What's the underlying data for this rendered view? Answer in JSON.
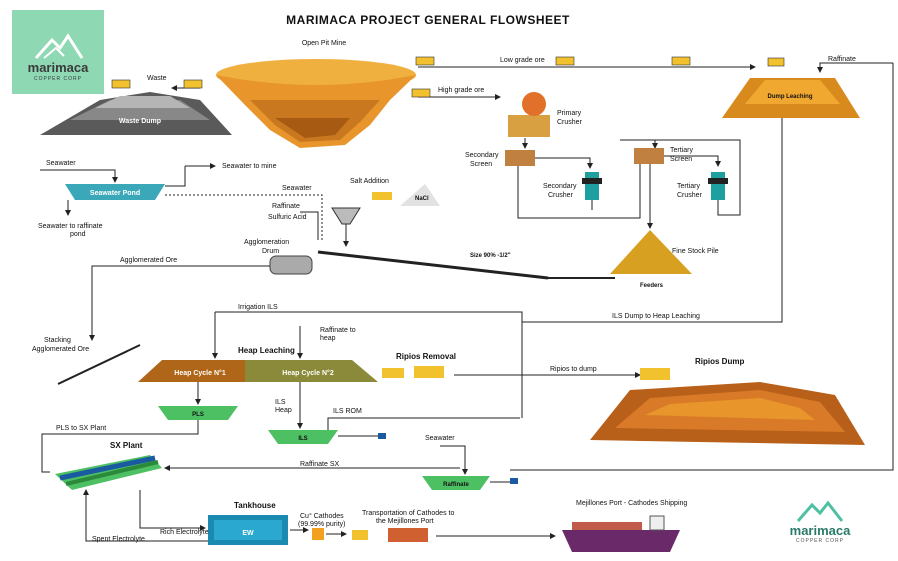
{
  "title": "MARIMACA PROJECT GENERAL FLOWSHEET",
  "logo": {
    "name": "marimaca",
    "sub": "COPPER CORP"
  },
  "labels": {
    "open_pit": "Open Pit Mine",
    "waste": "Waste",
    "waste_dump": "Waste Dump",
    "low_grade": "Low grade ore",
    "high_grade": "High grade ore",
    "raffinate_top": "Raffinate",
    "dump_leaching": "Dump Leaching",
    "primary_crusher": "Primary Crusher",
    "secondary_screen": "Secondary Screen",
    "secondary_crusher": "Secondary Crusher",
    "tertiary_screen": "Tertiary Screen",
    "tertiary_crusher": "Tertiary Crusher",
    "seawater": "Seawater",
    "seawater_pond": "Seawater Pond",
    "seawater_to_mine": "Seawater to mine",
    "seawater_to_raffinate": "Seawater to raffinate pond",
    "seawater_small": "Seawater",
    "raffinate_small": "Raffinate",
    "sulfuric_acid": "Sulfuric Acid",
    "salt_addition": "Salt Addition",
    "nacl": "NaCl",
    "agglomeration_drum": "Agglomeration Drum",
    "size": "Size 90% -1/2\"",
    "fine_stock": "Fine Stock Pile",
    "feeders": "Feeders",
    "agglomerated_ore": "Agglomerated Ore",
    "irrigation_ils": "Irrigation ILS",
    "ils_dump_to_heap": "ILS Dump to Heap Leaching",
    "stacking": "Stacking Agglomerated Ore",
    "heap_leaching": "Heap Leaching",
    "raffinate_to_heap": "Raffinate to heap",
    "heap_cycle_1": "Heap Cycle N°1",
    "heap_cycle_2": "Heap Cycle N°2",
    "ripios_removal": "Ripios Removal",
    "ripios_to_dump": "Ripios to dump",
    "ripios_dump": "Ripios Dump",
    "pls": "PLS",
    "ils_heap": "ILS Heap",
    "ils_rom": "ILS ROM",
    "ils": "ILS",
    "pls_to_sx": "PLS to SX Plant",
    "sx_plant": "SX Plant",
    "raffinate_sx": "Raffinate SX",
    "seawater_bottom": "Seawater",
    "raffinate_pond": "Raffinate",
    "tankhouse": "Tankhouse",
    "ew": "EW",
    "cathodes": "Cu° Cathodes (99.99% purity)",
    "transport": "Transportation of Cathodes to the Mejillones Port",
    "port": "Mejillones Port - Cathodes Shipping",
    "rich_electrolyte": "Rich Electrolyte",
    "spent_electrolyte": "Spent Electrolyte"
  },
  "colors": {
    "pit_orange": "#e8952c",
    "heap_dark": "#8a4a10",
    "heap_olive": "#8a8a3a",
    "pond_teal": "#3aa8b8",
    "pond_green": "#4ec064",
    "brand_green": "#8ed8b4",
    "truck_yellow": "#f2c12e"
  }
}
